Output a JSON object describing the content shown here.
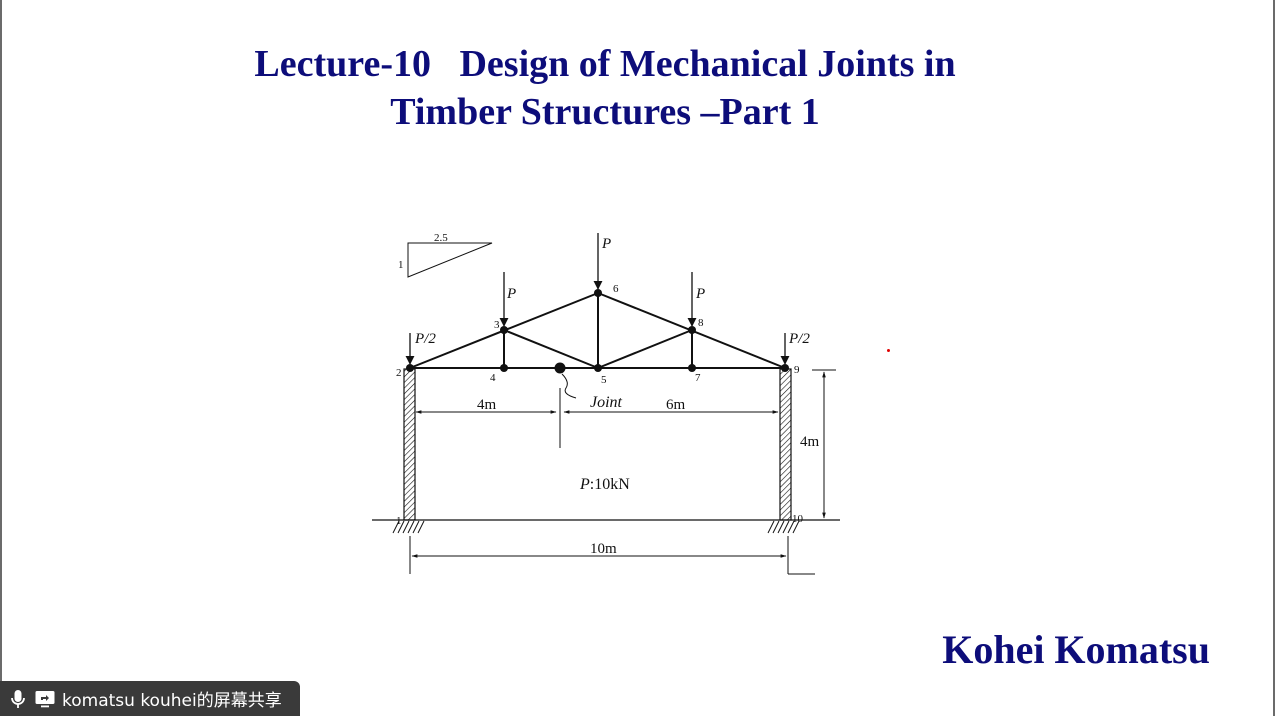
{
  "slide": {
    "title_line1": "Lecture-10   Design of Mechanical Joints in",
    "title_line2": "Timber Structures –Part 1",
    "author": "Kohei Komatsu"
  },
  "diagram": {
    "slope_run": "2.5",
    "slope_rise": "1",
    "load_p": "P",
    "load_p_half": "P/2",
    "node_labels": [
      "1",
      "2",
      "3",
      "4",
      "5",
      "6",
      "7",
      "8",
      "9",
      "10"
    ],
    "joint_label": "Joint",
    "dim_left_span": "4m",
    "dim_right_span": "6m",
    "dim_height": "4m",
    "dim_total_span": "10m",
    "load_value_italic": "P",
    "load_value_rest": ":10kN"
  },
  "share_bar": {
    "text": "komatsu kouhei的屏幕共享",
    "mic_icon": "microphone-icon",
    "screen_icon": "screen-share-icon",
    "background": "#3a3a3a"
  },
  "colors": {
    "title": "#0d0d7a",
    "pointer_dot": "#e00000"
  }
}
